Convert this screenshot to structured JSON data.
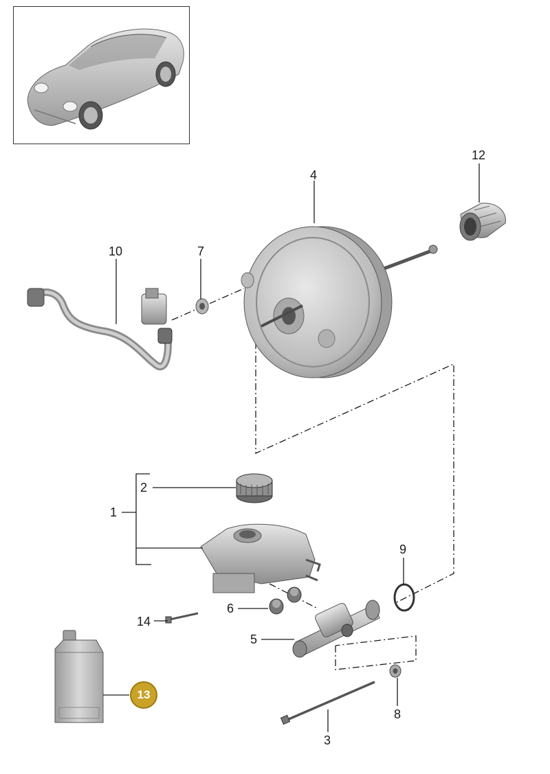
{
  "diagram": {
    "colors": {
      "line": "#1a1a1a",
      "part_fill": "#c8c8c8",
      "part_dark": "#8a8a8a",
      "badge": "#c9a227"
    },
    "callouts": [
      {
        "id": "1",
        "text": "1"
      },
      {
        "id": "2",
        "text": "2"
      },
      {
        "id": "3",
        "text": "3"
      },
      {
        "id": "4",
        "text": "4"
      },
      {
        "id": "5",
        "text": "5"
      },
      {
        "id": "6",
        "text": "6"
      },
      {
        "id": "7",
        "text": "7"
      },
      {
        "id": "8",
        "text": "8"
      },
      {
        "id": "9",
        "text": "9"
      },
      {
        "id": "10",
        "text": "10"
      },
      {
        "id": "12",
        "text": "12"
      },
      {
        "id": "13",
        "text": "13",
        "highlighted": true
      },
      {
        "id": "14",
        "text": "14"
      }
    ],
    "inset_icon": "car-thumbnail-icon"
  }
}
